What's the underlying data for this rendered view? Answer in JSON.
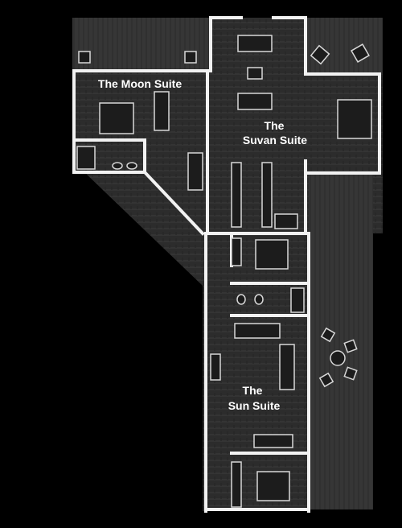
{
  "suites": {
    "moon": {
      "line1": "The Moon Suite"
    },
    "suvan": {
      "line1": "The",
      "line2": "Suvan Suite"
    },
    "sun": {
      "line1": "The",
      "line2": "Sun Suite"
    }
  },
  "colors": {
    "background": "#000000",
    "floor": "#2e2e2e",
    "deck": "#3a3a3a",
    "wall": "#f2f2f2",
    "label": "#ffffff"
  }
}
